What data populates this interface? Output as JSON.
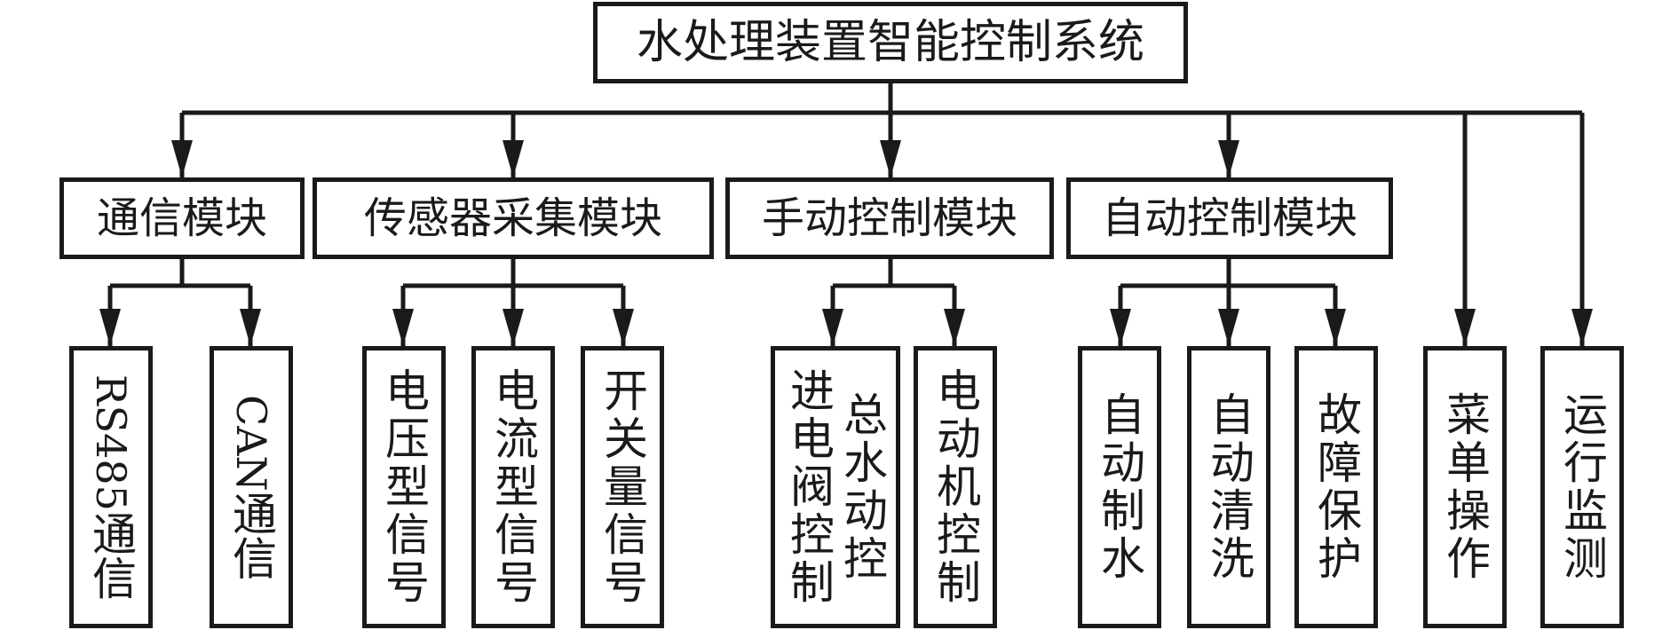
{
  "root": {
    "label": "水处理装置智能控制系统"
  },
  "modules": [
    {
      "label": "通信模块",
      "children": [
        "RS485通信",
        "CAN通信"
      ]
    },
    {
      "label": "传感器采集模块",
      "children": [
        "电压型信号",
        "电流型信号",
        "开关量信号"
      ]
    },
    {
      "label": "手动控制模块",
      "children": [
        "进电阀控制|总水动控",
        "电动机控制"
      ]
    },
    {
      "label": "自动控制模块",
      "children": [
        "自动制水",
        "自动清洗",
        "故障保护"
      ]
    }
  ],
  "direct_leaves": [
    "菜单操作",
    "运行监测"
  ],
  "leaf_text": {
    "rs485_en": "RS485",
    "rs485_zh": "通信",
    "can_en": "CAN",
    "can_zh": "通信",
    "voltage": "电压型信号",
    "current": "电流型信号",
    "switch": "开关量信号",
    "valve_col1": "进电阀控制",
    "valve_col2": "总水动控",
    "motor": "电动机控制",
    "auto_water": "自动制水",
    "auto_wash": "自动清洗",
    "fault": "故障保护",
    "menu": "菜单操作",
    "monitor": "运行监测"
  }
}
